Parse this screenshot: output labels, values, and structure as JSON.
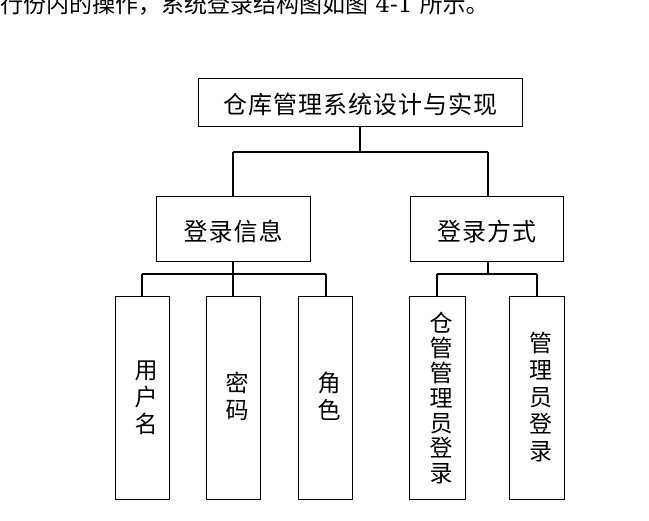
{
  "intro_text": "行份内的操作，系统登录结构图如图 4-1 所示。",
  "diagram": {
    "root": "仓库管理系统设计与实现",
    "branches": [
      {
        "label": "登录信息",
        "children": [
          "用户名",
          "密码",
          "角色"
        ]
      },
      {
        "label": "登录方式",
        "children": [
          "仓管管理员登录",
          "管理员登录"
        ]
      }
    ]
  }
}
